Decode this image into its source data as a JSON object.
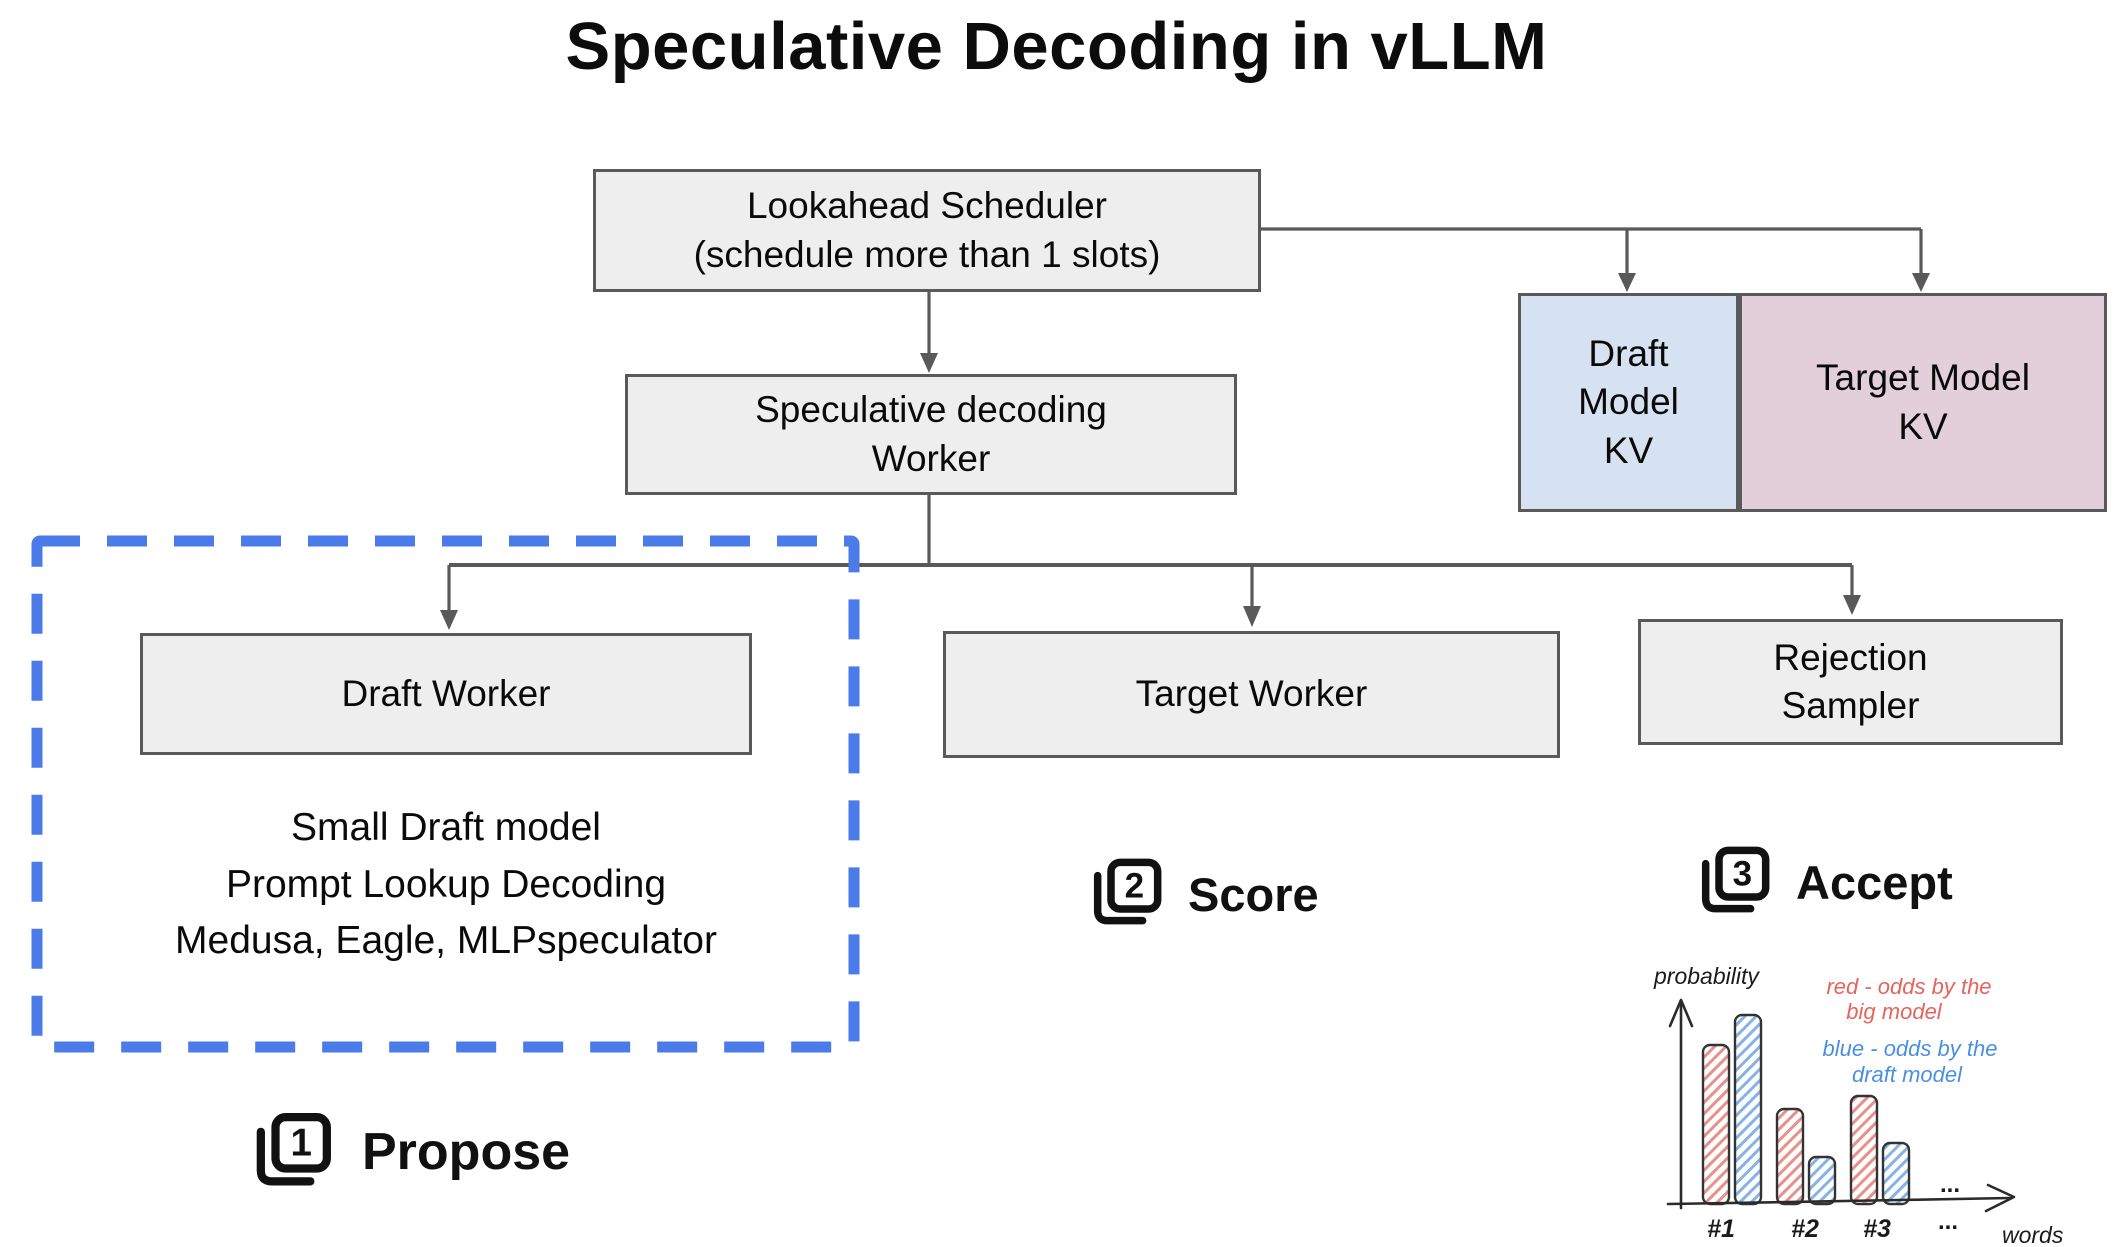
{
  "title": "Speculative Decoding in vLLM",
  "nodes": {
    "scheduler": {
      "lines": [
        "Lookahead Scheduler",
        "(schedule more than 1 slots)"
      ]
    },
    "spec_worker": {
      "lines": [
        "Speculative decoding",
        "Worker"
      ]
    },
    "draft_kv": {
      "lines": [
        "Draft",
        "Model",
        "KV"
      ]
    },
    "target_kv": {
      "lines": [
        "Target Model",
        "KV"
      ]
    },
    "draft_worker": {
      "label": "Draft Worker"
    },
    "target_worker": {
      "label": "Target Worker"
    },
    "rejection_sampler": {
      "lines": [
        "Rejection",
        "Sampler"
      ]
    }
  },
  "draft_notes": {
    "lines": [
      "Small Draft model",
      "Prompt Lookup Decoding",
      "Medusa, Eagle, MLPspeculator"
    ]
  },
  "steps": [
    {
      "number": "1",
      "label": "Propose"
    },
    {
      "number": "2",
      "label": "Score"
    },
    {
      "number": "3",
      "label": "Accept"
    }
  ],
  "colors": {
    "accent_blue_dashed": "#4a7be8",
    "box_fill": "#eeeeee",
    "line_gray": "#595959",
    "draft_kv_fill": "#d6e2f1",
    "target_kv_fill": "#e3cfd9",
    "chart_red": "#e5645c",
    "chart_blue": "#4a90e2",
    "chart_red_hatch": "#e8908a",
    "chart_blue_hatch": "#85b3e6"
  },
  "chart_data": {
    "type": "bar",
    "title": "",
    "xlabel": "words",
    "ylabel": "probability",
    "categories": [
      "#1",
      "#2",
      "#3"
    ],
    "series": [
      {
        "name": "red - odds by the big model",
        "color": "#e5645c",
        "values": [
          0.75,
          0.45,
          0.51
        ]
      },
      {
        "name": "blue - odds by the draft model",
        "color": "#4a90e2",
        "values": [
          0.89,
          0.22,
          0.29
        ]
      }
    ],
    "ylim": [
      0,
      1
    ],
    "grid": false,
    "legend_position": "top-right",
    "annotations": {
      "red_legend_lines": [
        "red - odds by the",
        "big model"
      ],
      "blue_legend_lines": [
        "blue - odds by the",
        "draft model"
      ],
      "ellipsis_above_axis": "...",
      "ellipsis_below_axis": "..."
    }
  }
}
